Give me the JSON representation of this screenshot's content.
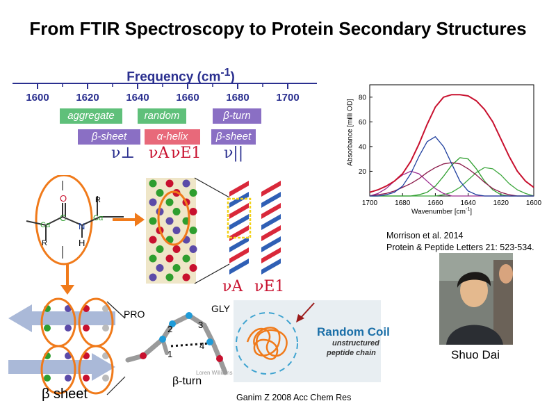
{
  "title": "From FTIR Spectroscopy to Protein Secondary Structures",
  "frequency_axis": {
    "label": "Frequency (cm",
    "label_exp": "-1",
    "label_close": ")",
    "ticks": [
      "1600",
      "1620",
      "1640",
      "1660",
      "1680",
      "1700"
    ]
  },
  "bands": {
    "aggregate": "aggregate",
    "random": "random",
    "beta_turn": "β-turn",
    "beta_sheet_low": "β-sheet",
    "alpha_helix": "α-helix",
    "beta_sheet_high": "β-sheet"
  },
  "modes": {
    "nu_perp": "ν⊥",
    "nu_a": "νA",
    "nu_e1": "νE1",
    "nu_par": "ν||"
  },
  "peptide_labels": {
    "o": "O",
    "n": "N",
    "h": "H",
    "r1": "R",
    "r2": "R",
    "ca1": "Cα",
    "ca2": "Cα",
    "c": "C"
  },
  "helix_labels": {
    "nu_a": "νA",
    "nu_e1": "νE1"
  },
  "turn_labels": {
    "pro": "PRO",
    "gly": "GLY",
    "n1": "1",
    "n2": "2",
    "n3": "3",
    "n4": "4",
    "caption": "β-turn",
    "credit": "Loren Williams"
  },
  "sheet_caption": "β sheet",
  "random_coil": {
    "title": "Random Coil",
    "subtitle1": "unstructured",
    "subtitle2": "peptide chain"
  },
  "spectrum": {
    "ylabel": "Absorbance [milli OD]",
    "xlabel": "Wavenumber [cm",
    "xlabel_exp": "-1",
    "xlabel_close": "]",
    "yticks": [
      "20",
      "40",
      "60",
      "80"
    ],
    "xticks": [
      "1700",
      "1680",
      "1660",
      "1640",
      "1620",
      "1600"
    ]
  },
  "chart_data": {
    "type": "line",
    "xlabel": "Wavenumber [cm-1]",
    "ylabel": "Absorbance [milli OD]",
    "xlim": [
      1700,
      1600
    ],
    "ylim": [
      0,
      90
    ],
    "x": [
      1700,
      1695,
      1690,
      1685,
      1680,
      1675,
      1670,
      1665,
      1660,
      1655,
      1650,
      1645,
      1640,
      1635,
      1630,
      1625,
      1620,
      1615,
      1610,
      1605,
      1600
    ],
    "series": [
      {
        "color": "#c8102e",
        "values": [
          3,
          5,
          8,
          12,
          18,
          28,
          42,
          58,
          72,
          80,
          82,
          82,
          81,
          77,
          70,
          60,
          46,
          32,
          20,
          12,
          7
        ]
      },
      {
        "color": "#1f3f9e",
        "values": [
          0,
          0,
          1,
          3,
          8,
          18,
          32,
          44,
          48,
          40,
          26,
          12,
          4,
          1,
          0,
          0,
          0,
          0,
          0,
          0,
          0
        ]
      },
      {
        "color": "#8b1a4a",
        "values": [
          0,
          1,
          2,
          4,
          7,
          10,
          14,
          19,
          23,
          26,
          27,
          26,
          22,
          17,
          11,
          6,
          3,
          1,
          0,
          0,
          0
        ]
      },
      {
        "color": "#9b2d8f",
        "values": [
          0,
          2,
          6,
          12,
          17,
          20,
          18,
          12,
          6,
          2,
          0,
          0,
          0,
          0,
          0,
          0,
          0,
          0,
          0,
          0,
          0
        ]
      },
      {
        "color": "#2e9e2e",
        "values": [
          0,
          0,
          0,
          0,
          0,
          0,
          1,
          3,
          8,
          16,
          25,
          31,
          30,
          22,
          12,
          5,
          1,
          0,
          0,
          0,
          0
        ]
      },
      {
        "color": "#3fa83f",
        "values": [
          0,
          0,
          0,
          0,
          0,
          0,
          0,
          0,
          0,
          1,
          3,
          7,
          13,
          19,
          23,
          22,
          17,
          10,
          5,
          2,
          0
        ]
      }
    ]
  },
  "references": {
    "morrison_1": "Morrison et al. 2014",
    "morrison_2": "Protein & Peptide Letters 21: 523-534.",
    "ganim": "Ganim Z 2008 Acc Chem Res"
  },
  "person": {
    "name": "Shuo Dai"
  },
  "colors": {
    "axis": "#2a2f8f",
    "green_band": "#5fc07a",
    "purple_band": "#8a6fc4",
    "red_band": "#e8697a",
    "orange": "#f07a1a"
  }
}
